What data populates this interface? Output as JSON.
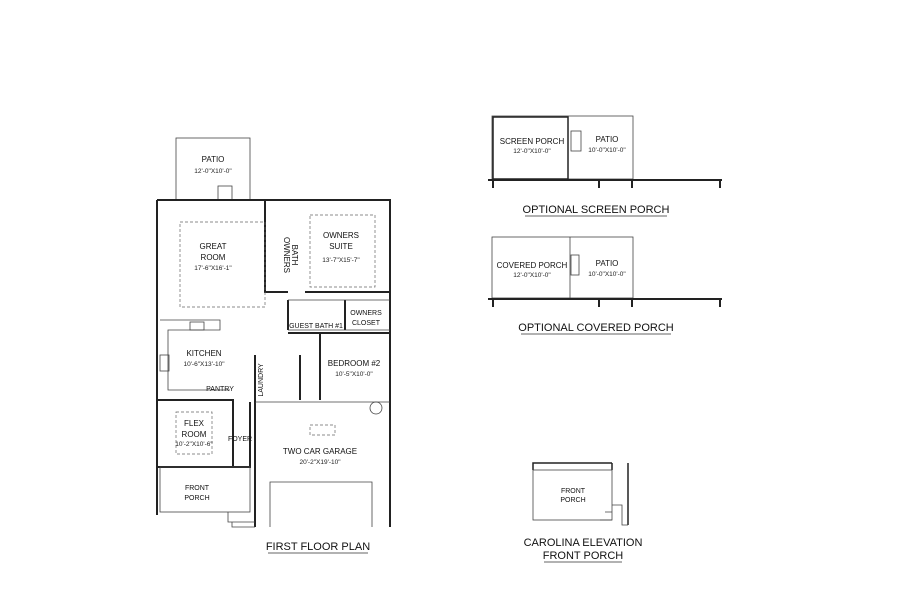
{
  "first_floor": {
    "title": "FIRST FLOOR PLAN",
    "rooms": {
      "patio": {
        "name": "PATIO",
        "dims": "12'-0\"X10'-0\""
      },
      "great_room": {
        "name1": "GREAT",
        "name2": "ROOM",
        "dims": "17'-6\"X16'-1\""
      },
      "owners_suite": {
        "name1": "OWNERS",
        "name2": "SUITE",
        "dims": "13'-7\"X15'-7\""
      },
      "owners_bath": {
        "name1": "OWNERS",
        "name2": "BATH"
      },
      "guest_bath": {
        "name": "GUEST BATH #1"
      },
      "owners_closet": {
        "name1": "OWNERS",
        "name2": "CLOSET"
      },
      "kitchen": {
        "name": "KITCHEN",
        "dims": "10'-6\"X13'-10\""
      },
      "pantry": {
        "name": "PANTRY"
      },
      "laundry": {
        "name": "LAUNDRY"
      },
      "bedroom2": {
        "name": "BEDROOM #2",
        "dims": "10'-5\"X10'-0\""
      },
      "flex_room": {
        "name1": "FLEX",
        "name2": "ROOM",
        "dims": "10'-2\"X10'-6\""
      },
      "foyer": {
        "name": "FOYER"
      },
      "garage": {
        "name": "TWO CAR GARAGE",
        "dims": "20'-2\"X19'-10\""
      },
      "front_porch": {
        "name1": "FRONT",
        "name2": "PORCH"
      }
    }
  },
  "optional_screen_porch": {
    "title": "OPTIONAL SCREEN PORCH",
    "porch": {
      "name": "SCREEN PORCH",
      "dims": "12'-0\"X10'-0\""
    },
    "patio": {
      "name": "PATIO",
      "dims": "10'-0\"X10'-0\""
    }
  },
  "optional_covered_porch": {
    "title": "OPTIONAL COVERED PORCH",
    "porch": {
      "name": "COVERED PORCH",
      "dims": "12'-0\"X10'-0\""
    },
    "patio": {
      "name": "PATIO",
      "dims": "10'-0\"X10'-0\""
    }
  },
  "carolina_elevation": {
    "title1": "CAROLINA ELEVATION",
    "title2": "FRONT PORCH",
    "porch": {
      "name1": "FRONT",
      "name2": "PORCH"
    }
  }
}
